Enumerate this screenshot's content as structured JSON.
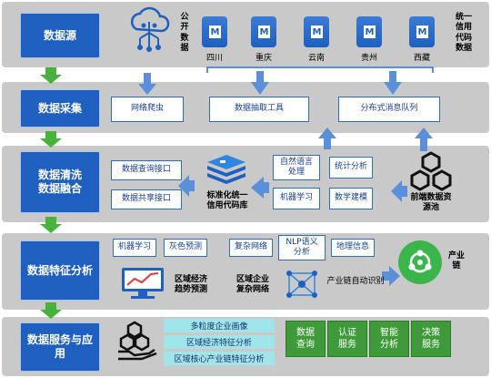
{
  "stages": {
    "source": "数据源",
    "collect": "数据采集",
    "clean_line1": "数据清洗",
    "clean_line2": "数据融合",
    "feature": "数据特征分析",
    "service_line1": "数据服务与应",
    "service_line2": "用"
  },
  "sources": {
    "public_data": [
      "公开",
      "数据"
    ],
    "databases": [
      "四川",
      "重庆",
      "云南",
      "贵州",
      "西藏"
    ],
    "db_icon_letter": "M",
    "credit_code": [
      "统一",
      "信用",
      "代码",
      "数据"
    ]
  },
  "collect": {
    "crawler": "网络爬虫",
    "extract_tool": "数据抽取工具",
    "mq": "分布式消息队列"
  },
  "clean": {
    "query_api": "数据查询接口",
    "share_api": "数据共享接口",
    "lib_line1": "标准化统一",
    "lib_line2": "信用代码库",
    "nlp_line1": "自然语言",
    "nlp_line2": "处理",
    "stats": "统计分析",
    "ml": "机器学习",
    "math": "数学建模",
    "pool_line1": "前端数据资",
    "pool_line2": "源池"
  },
  "feature": {
    "ml": "机器学习",
    "grey": "灰色预测",
    "complex_net": "复杂网络",
    "nlp_line1": "NLP语义",
    "nlp_line2": "分析",
    "geo": "地理信息",
    "trend_line1": "区域经济",
    "trend_line2": "趋势预测",
    "network_line1": "区域企业",
    "network_line2": "复杂网络",
    "chain_id": "产业链自动识别",
    "chain_line1": "产业",
    "chain_line2": "链"
  },
  "service": {
    "items": [
      "多粒度企业画像",
      "区域经济特征分析",
      "区域核心产业链特征分析"
    ],
    "apps": [
      {
        "l1": "数据",
        "l2": "查询"
      },
      {
        "l1": "认证",
        "l2": "服务"
      },
      {
        "l1": "智能",
        "l2": "分析"
      },
      {
        "l1": "决策",
        "l2": "服务"
      }
    ]
  },
  "colors": {
    "stage": "#1f5fbf",
    "row_bg": "#c9c9c9",
    "arrow_green": "#47b33a",
    "arrow_blue": "#5b8fd9",
    "app_green": "#3f9a3a",
    "service_teal": "#9fe5ea"
  },
  "icons": [
    "cloud-tree-icon",
    "database-icon",
    "redis-stack-icon",
    "hexagon-cluster-icon",
    "trend-monitor-icon",
    "network-graph-icon",
    "chain-circle-icon",
    "hand-cubes-icon"
  ]
}
